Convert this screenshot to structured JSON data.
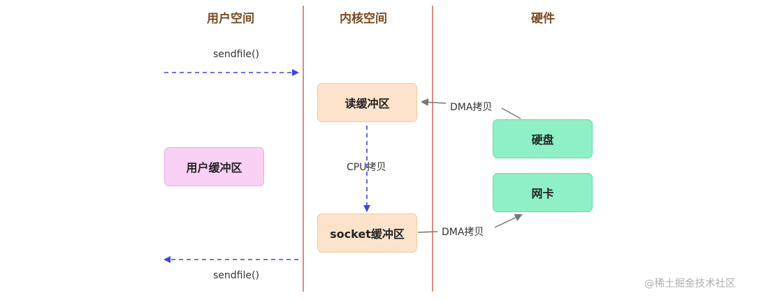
{
  "columns": {
    "user": "用户空间",
    "kernel": "内核空间",
    "hardware": "硬件"
  },
  "boxes": {
    "read_buffer": "读缓冲区",
    "socket_buffer": "socket缓冲区",
    "user_buffer": "用户缓冲区",
    "disk": "硬盘",
    "nic": "网卡"
  },
  "labels": {
    "sendfile_top": "sendfile()",
    "sendfile_bottom": "sendfile()",
    "dma_copy_in": "DMA拷贝",
    "cpu_copy": "CPU拷贝",
    "dma_copy_out": "DMA拷贝"
  },
  "watermark": "@稀土掘金技术社区",
  "colors": {
    "title": "#7a4a22",
    "divider": "#d98c7e",
    "dashed_arrow": "#3b46e0",
    "gray_arrow": "#777777",
    "orange_box": "#fde3cc",
    "pink_box": "#f9d1f5",
    "green_box": "#8ff0c5"
  }
}
